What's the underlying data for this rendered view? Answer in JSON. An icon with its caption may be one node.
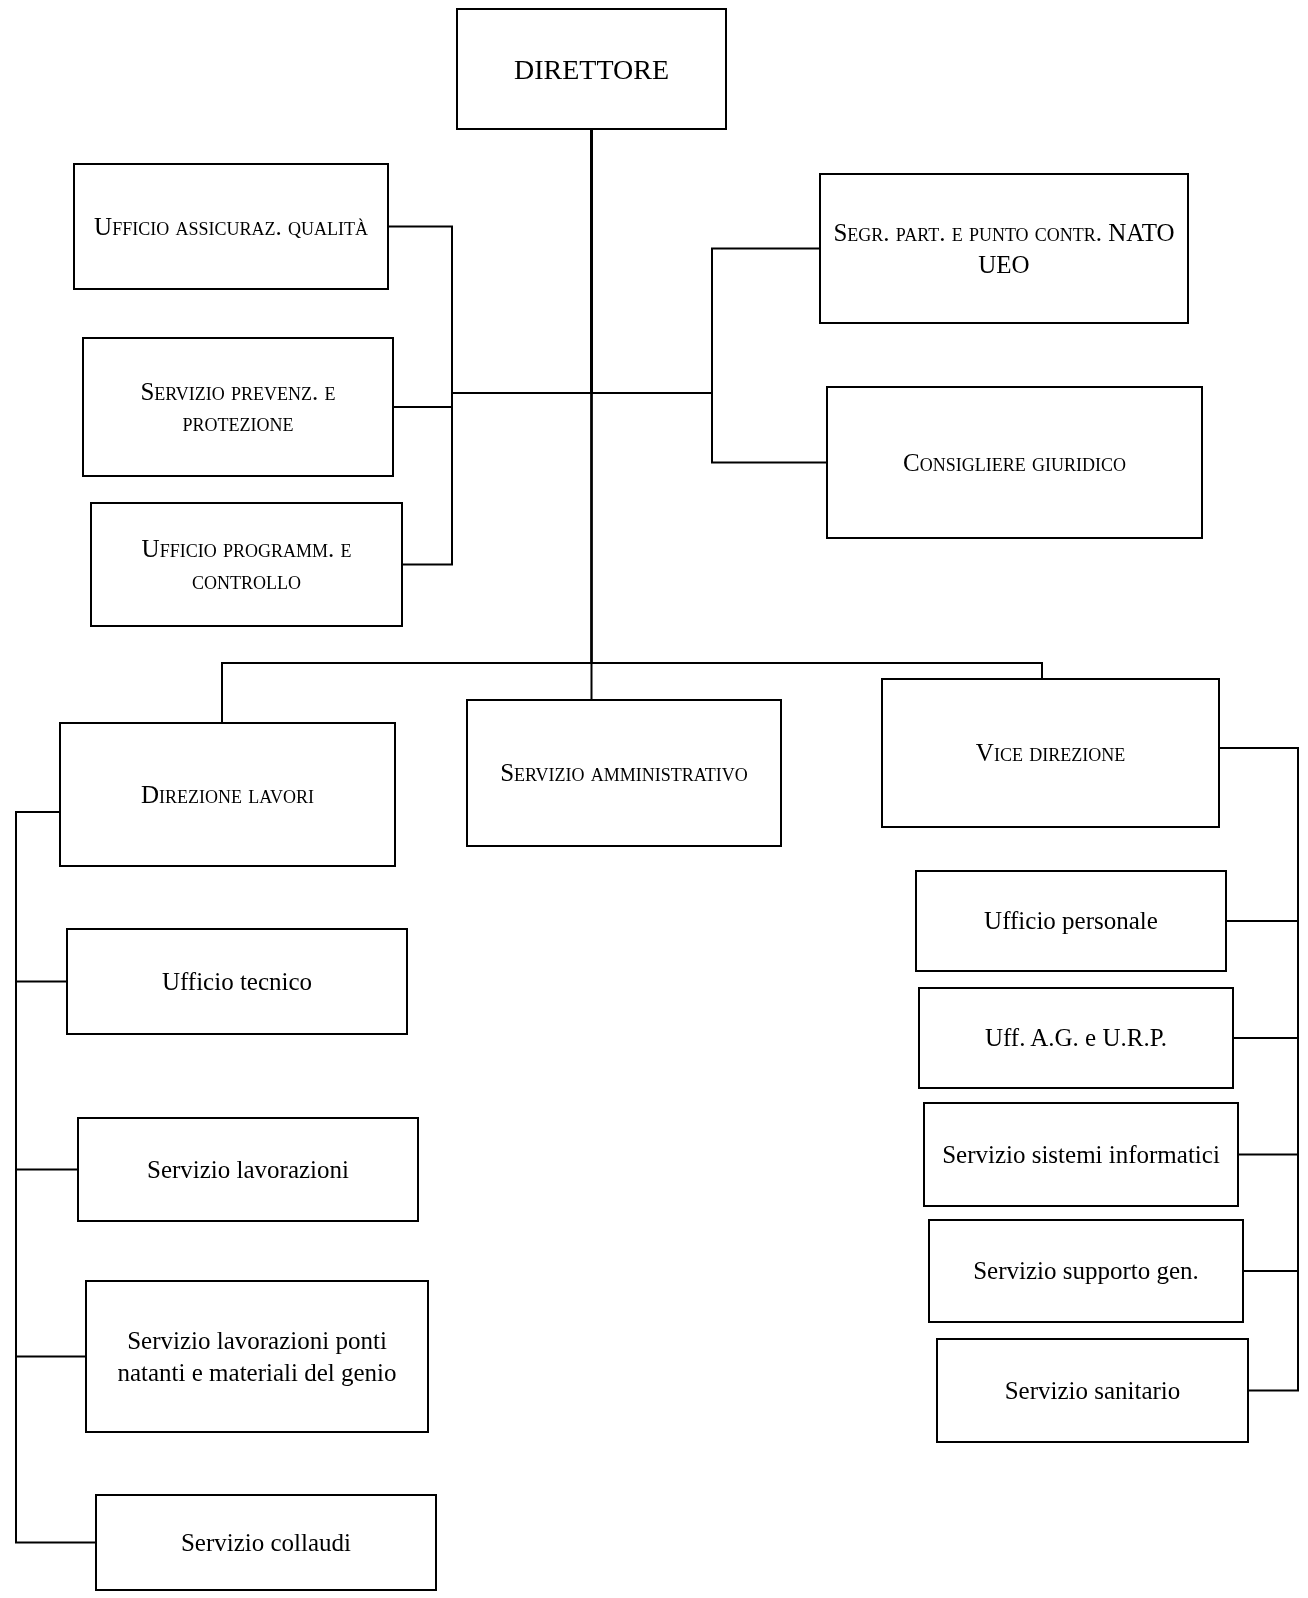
{
  "diagram": {
    "nodes": [
      {
        "text": [
          "DIRETTORE"
        ]
      },
      {
        "text": [
          "Ufficio assicuraz. qualità"
        ]
      },
      {
        "text": [
          "Servizio prevenz. e protezione"
        ]
      },
      {
        "text": [
          "Ufficio programm. e controllo"
        ]
      },
      {
        "text": [
          "Segr. part. e punto contr. NATO UEO"
        ]
      },
      {
        "text": [
          "Consigliere giuridico"
        ]
      },
      {
        "text": [
          "Direzione lavori"
        ]
      },
      {
        "text": [
          "Servizio amministrativo"
        ]
      },
      {
        "text": [
          "Vice direzione"
        ]
      },
      {
        "text": [
          "Ufficio tecnico"
        ]
      },
      {
        "text": [
          "Servizio lavorazioni"
        ]
      },
      {
        "text": [
          "Servizio lavorazioni ponti natanti e materiali del genio"
        ]
      },
      {
        "text": [
          "Servizio collaudi"
        ]
      },
      {
        "text": [
          "Ufficio personale"
        ]
      },
      {
        "text": [
          "Uff. A.G. e U.R.P."
        ]
      },
      {
        "text": [
          "Servizio sistemi informatici"
        ]
      },
      {
        "text": [
          "Servizio supporto gen."
        ]
      },
      {
        "text": [
          "Servizio sanitario"
        ]
      }
    ],
    "edges": [
      {
        "from": 0,
        "to": 1,
        "arrow": "none"
      },
      {
        "from": 0,
        "to": 2,
        "arrow": "none"
      },
      {
        "from": 0,
        "to": 3,
        "arrow": "none"
      },
      {
        "from": 0,
        "to": 4,
        "arrow": "none"
      },
      {
        "from": 0,
        "to": 5,
        "arrow": "none"
      },
      {
        "from": 0,
        "to": 6,
        "arrow": "none"
      },
      {
        "from": 0,
        "to": 7,
        "arrow": "none"
      },
      {
        "from": 0,
        "to": 8,
        "arrow": "none"
      },
      {
        "from": 6,
        "to": 9,
        "arrow": "none"
      },
      {
        "from": 6,
        "to": 10,
        "arrow": "none"
      },
      {
        "from": 6,
        "to": 11,
        "arrow": "none"
      },
      {
        "from": 6,
        "to": 12,
        "arrow": "none"
      },
      {
        "from": 8,
        "to": 13,
        "arrow": "none"
      },
      {
        "from": 8,
        "to": 14,
        "arrow": "none"
      },
      {
        "from": 8,
        "to": 15,
        "arrow": "none"
      },
      {
        "from": 8,
        "to": 16,
        "arrow": "none"
      },
      {
        "from": 8,
        "to": 17,
        "arrow": "none"
      }
    ]
  }
}
